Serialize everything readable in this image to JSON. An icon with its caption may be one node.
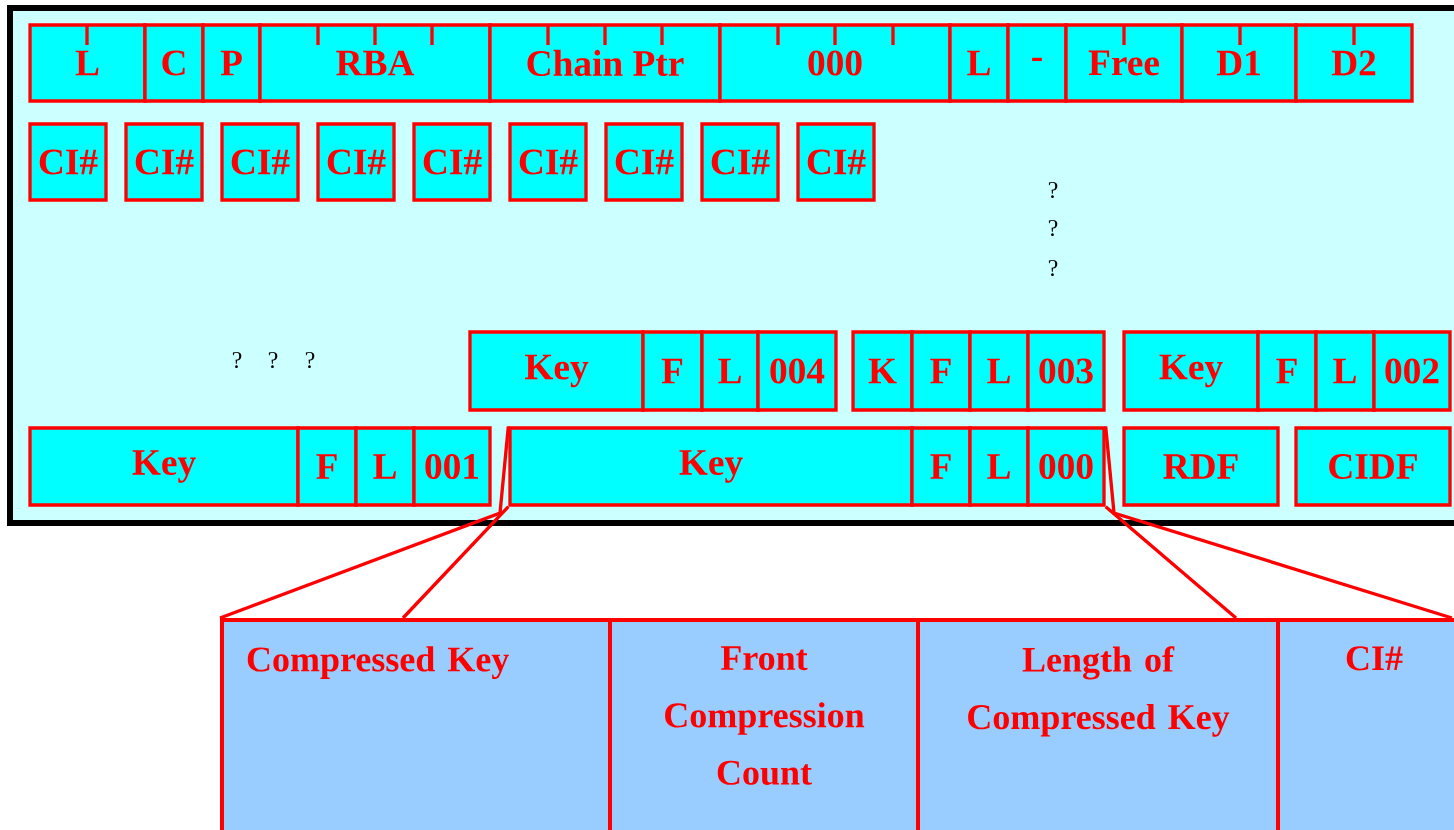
{
  "diagram": {
    "nodes": [
      {
        "text": [
          "L"
        ]
      },
      {
        "text": [
          "C"
        ]
      },
      {
        "text": [
          "P"
        ]
      },
      {
        "text": [
          "RBA"
        ]
      },
      {
        "text": [
          "Chain Ptr"
        ]
      },
      {
        "text": [
          "000"
        ]
      },
      {
        "text": [
          "L"
        ]
      },
      {
        "text": [
          "-"
        ]
      },
      {
        "text": [
          "Free"
        ]
      },
      {
        "text": [
          "D1"
        ]
      },
      {
        "text": [
          "D2"
        ]
      },
      {
        "text": [
          "CI#"
        ]
      },
      {
        "text": [
          "CI#"
        ]
      },
      {
        "text": [
          "CI#"
        ]
      },
      {
        "text": [
          "CI#"
        ]
      },
      {
        "text": [
          "CI#"
        ]
      },
      {
        "text": [
          "CI#"
        ]
      },
      {
        "text": [
          "CI#"
        ]
      },
      {
        "text": [
          "CI#"
        ]
      },
      {
        "text": [
          "CI#"
        ]
      },
      {
        "text": [
          "Key"
        ]
      },
      {
        "text": [
          "F"
        ]
      },
      {
        "text": [
          "L"
        ]
      },
      {
        "text": [
          "004"
        ]
      },
      {
        "text": [
          "K"
        ]
      },
      {
        "text": [
          "F"
        ]
      },
      {
        "text": [
          "L"
        ]
      },
      {
        "text": [
          "003"
        ]
      },
      {
        "text": [
          "Key"
        ]
      },
      {
        "text": [
          "F"
        ]
      },
      {
        "text": [
          "L"
        ]
      },
      {
        "text": [
          "002"
        ]
      },
      {
        "text": [
          "Key"
        ]
      },
      {
        "text": [
          "F"
        ]
      },
      {
        "text": [
          "L"
        ]
      },
      {
        "text": [
          "001"
        ]
      },
      {
        "text": [
          "Key"
        ]
      },
      {
        "text": [
          "F"
        ]
      },
      {
        "text": [
          "L"
        ]
      },
      {
        "text": [
          "000"
        ]
      },
      {
        "text": [
          "RDF"
        ]
      },
      {
        "text": [
          "CIDF"
        ]
      },
      {
        "text": [
          "Compressed Key"
        ]
      },
      {
        "text": [
          "Front Compression Count"
        ]
      },
      {
        "text": [
          "Length of Compressed Key"
        ]
      },
      {
        "text": [
          "CI#"
        ]
      }
    ],
    "edges": [
      {
        "from": 36,
        "to": 42,
        "arrow": "none"
      },
      {
        "from": 36,
        "to": 42,
        "arrow": "none"
      },
      {
        "from": 39,
        "to": 44,
        "arrow": "none"
      },
      {
        "from": 39,
        "to": 45,
        "arrow": "none"
      }
    ],
    "labels": [
      "?",
      "?",
      "?",
      "?",
      "?",
      "?"
    ]
  }
}
